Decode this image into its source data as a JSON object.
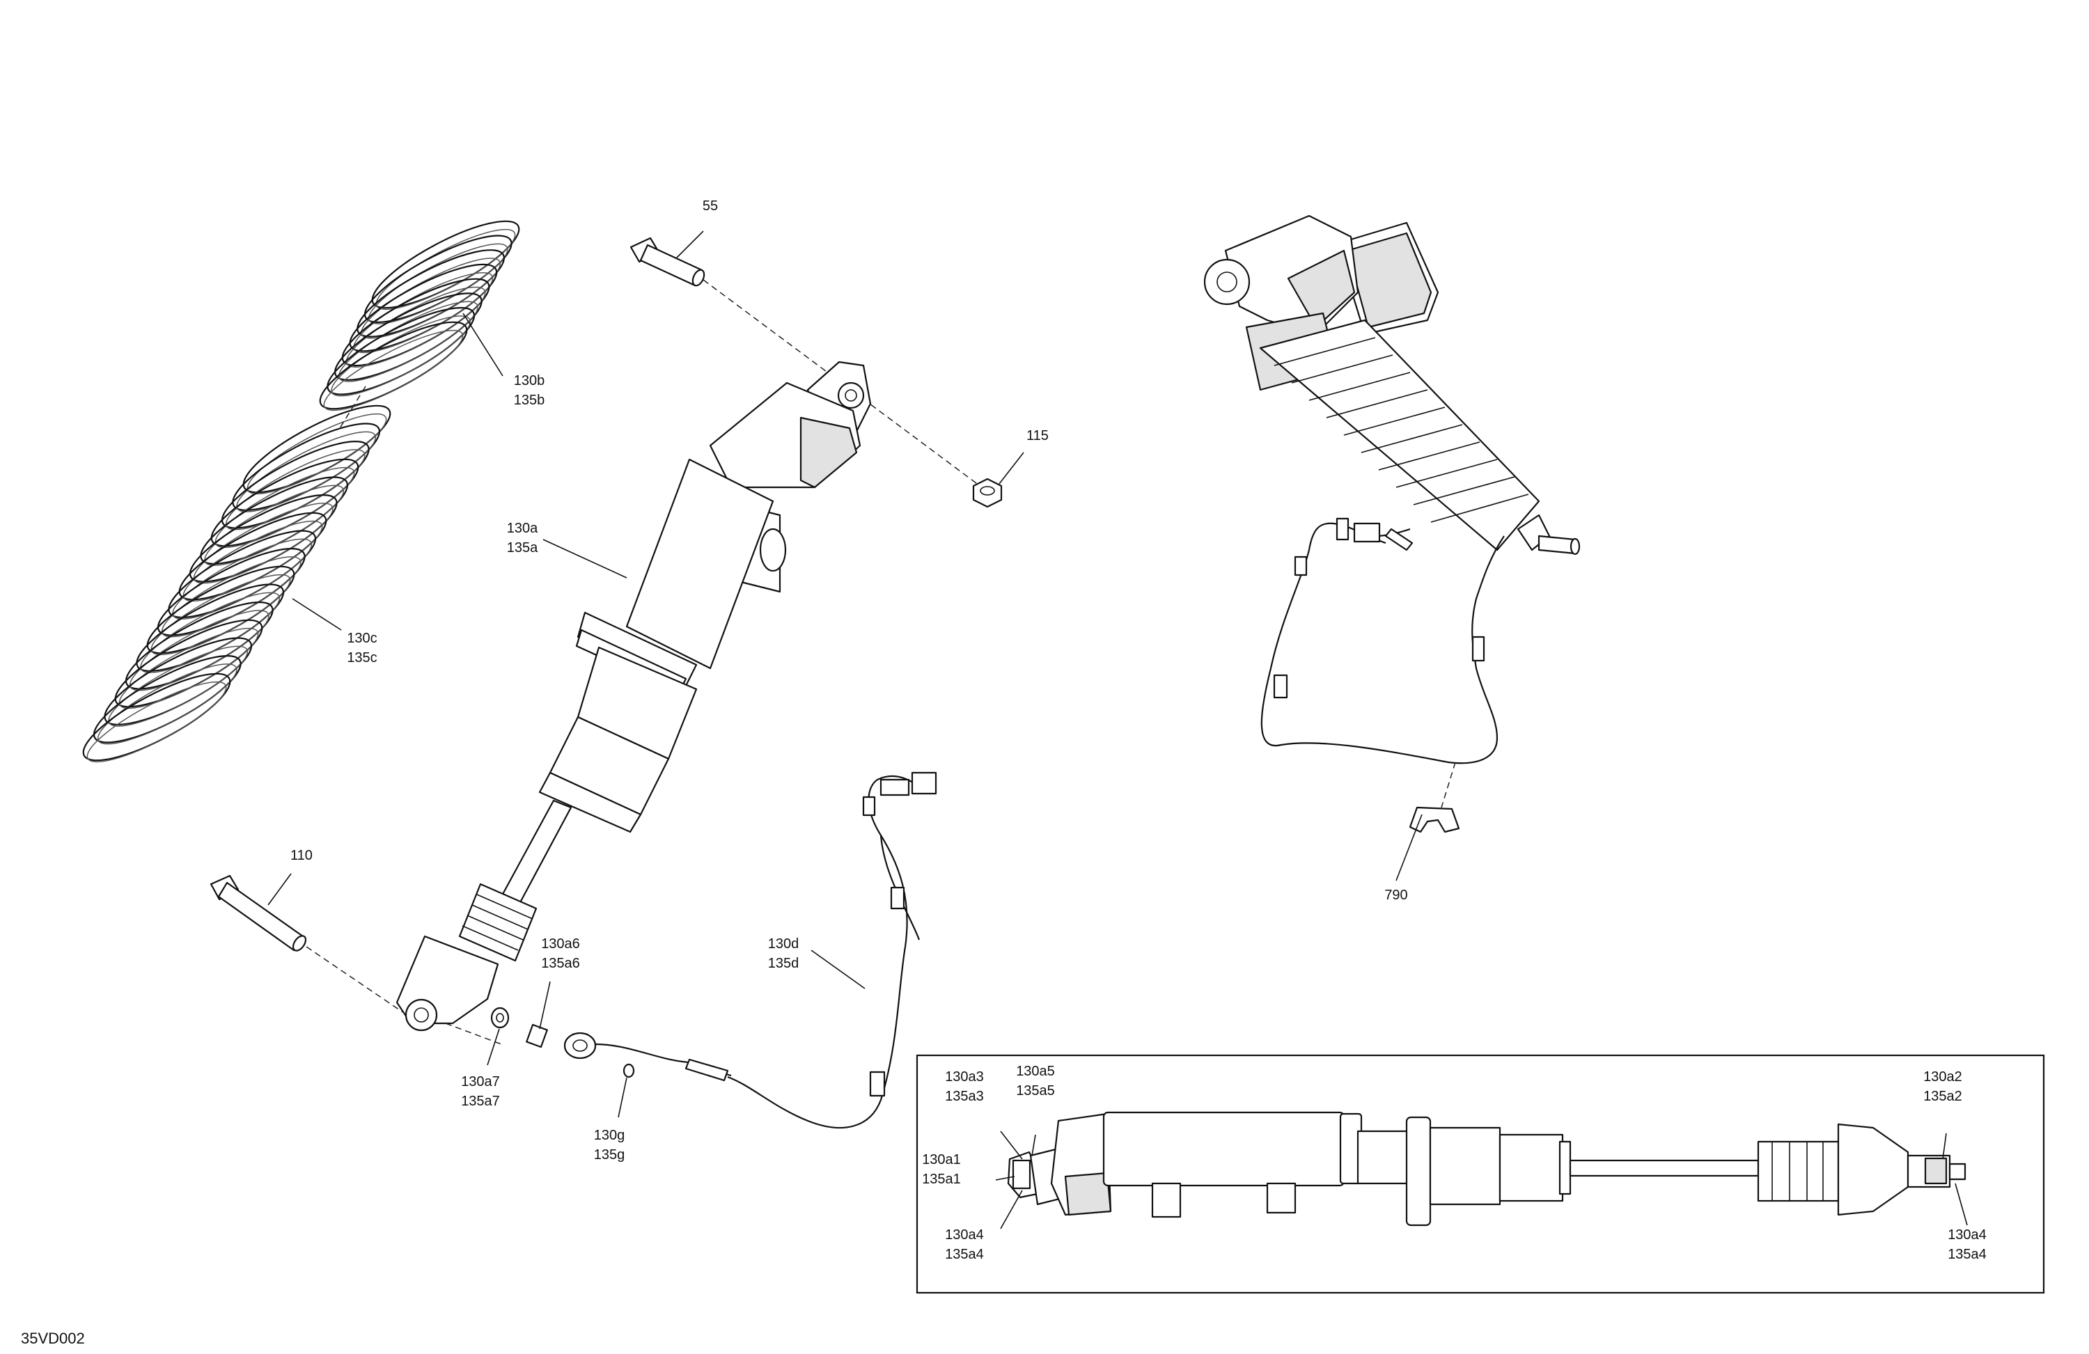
{
  "diagram_code": "35VD002",
  "callouts": {
    "c55": [
      "55"
    ],
    "c130b": [
      "130b",
      "135b"
    ],
    "c115": [
      "115"
    ],
    "c130a": [
      "130a",
      "135a"
    ],
    "c130c": [
      "130c",
      "135c"
    ],
    "c110": [
      "110"
    ],
    "c130a6": [
      "130a6",
      "135a6"
    ],
    "c130d": [
      "130d",
      "135d"
    ],
    "c130a7": [
      "130a7",
      "135a7"
    ],
    "c130g": [
      "130g",
      "135g"
    ],
    "c790": [
      "790"
    ],
    "inset_130a3": [
      "130a3",
      "135a3"
    ],
    "inset_130a5": [
      "130a5",
      "135a5"
    ],
    "inset_130a1": [
      "130a1",
      "135a1"
    ],
    "inset_130a4_left": [
      "130a4",
      "135a4"
    ],
    "inset_130a2": [
      "130a2",
      "135a2"
    ],
    "inset_130a4_right": [
      "130a4",
      "135a4"
    ]
  }
}
